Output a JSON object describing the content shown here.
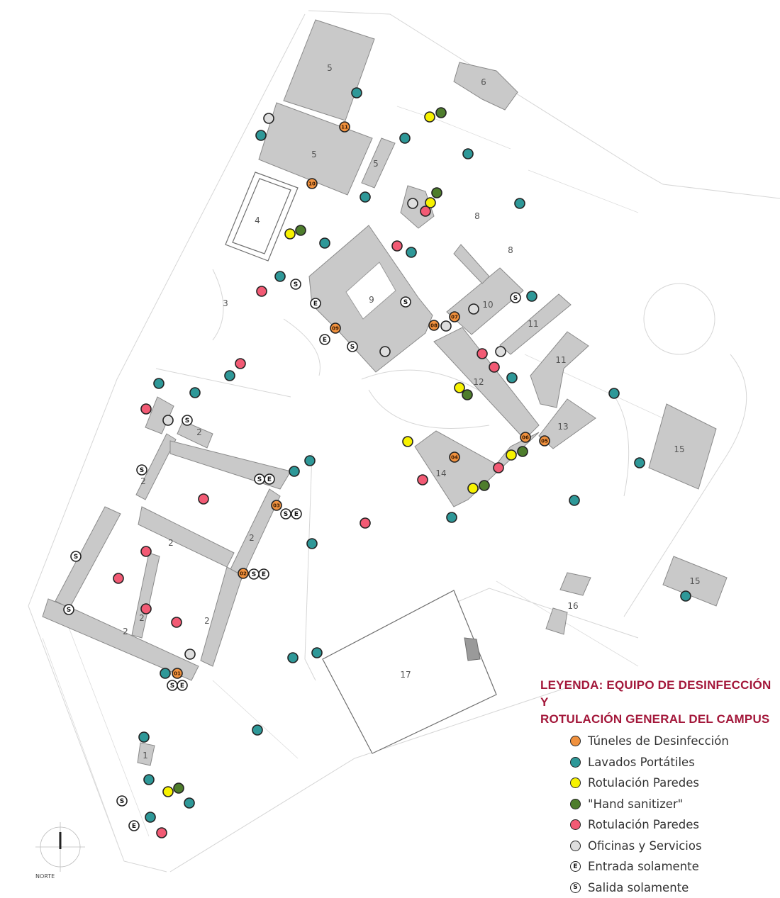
{
  "buildings": [
    {
      "label": "1"
    },
    {
      "label": "2"
    },
    {
      "label": "3"
    },
    {
      "label": "4"
    },
    {
      "label": "5"
    },
    {
      "label": "6"
    },
    {
      "label": "8"
    },
    {
      "label": "9"
    },
    {
      "label": "10"
    },
    {
      "label": "11"
    },
    {
      "label": "12"
    },
    {
      "label": "13"
    },
    {
      "label": "14"
    },
    {
      "label": "15"
    },
    {
      "label": "16"
    },
    {
      "label": "17"
    }
  ],
  "tunnels": [
    "01",
    "02",
    "03",
    "04",
    "05",
    "06",
    "07",
    "08",
    "09",
    "10",
    "11"
  ],
  "legend": {
    "title_line1": "LEYENDA: EQUIPO DE DESINFECCIÓN Y",
    "title_line2": "ROTULACIÓN GENERAL DEL CAMPUS",
    "items": [
      {
        "key": "tunnel",
        "label": "Túneles de Desinfección",
        "color": "#f0913e"
      },
      {
        "key": "wash",
        "label": "Lavados Portátiles",
        "color": "#2e9898"
      },
      {
        "key": "signs",
        "label": "Rotulación Paredes",
        "color": "#f7f200"
      },
      {
        "key": "sanitizer",
        "label": "\"Hand sanitizer\"",
        "color": "#4e7d2c"
      },
      {
        "key": "signs2",
        "label": "Rotulación Paredes",
        "color": "#f25a74"
      },
      {
        "key": "office",
        "label": "Oficinas y Servicios",
        "color": "#dedede"
      },
      {
        "key": "entry",
        "label": "Entrada solamente",
        "color": "#ffffff",
        "glyph": "E"
      },
      {
        "key": "exit",
        "label": "Salida solamente",
        "color": "#ffffff",
        "glyph": "S"
      }
    ]
  },
  "compass": {
    "label": "NORTE"
  }
}
